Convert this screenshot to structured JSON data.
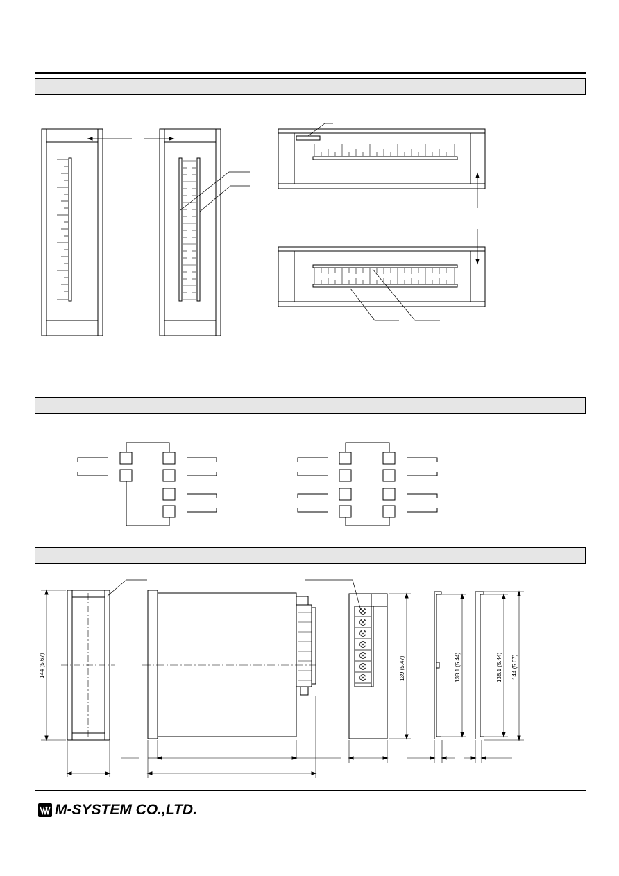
{
  "footer": {
    "company_name": "M-SYSTEM CO.,LTD."
  },
  "dimensions": {
    "height_144": "144 (5.67)",
    "height_139": "139 (5.47)",
    "height_138_1": "138.1 (5.44)",
    "height_138_1_b": "138.1 (5.44)",
    "height_144_b": "144 (5.67)"
  },
  "colors": {
    "band_fill": "#e6e6e6",
    "line": "#000000"
  }
}
